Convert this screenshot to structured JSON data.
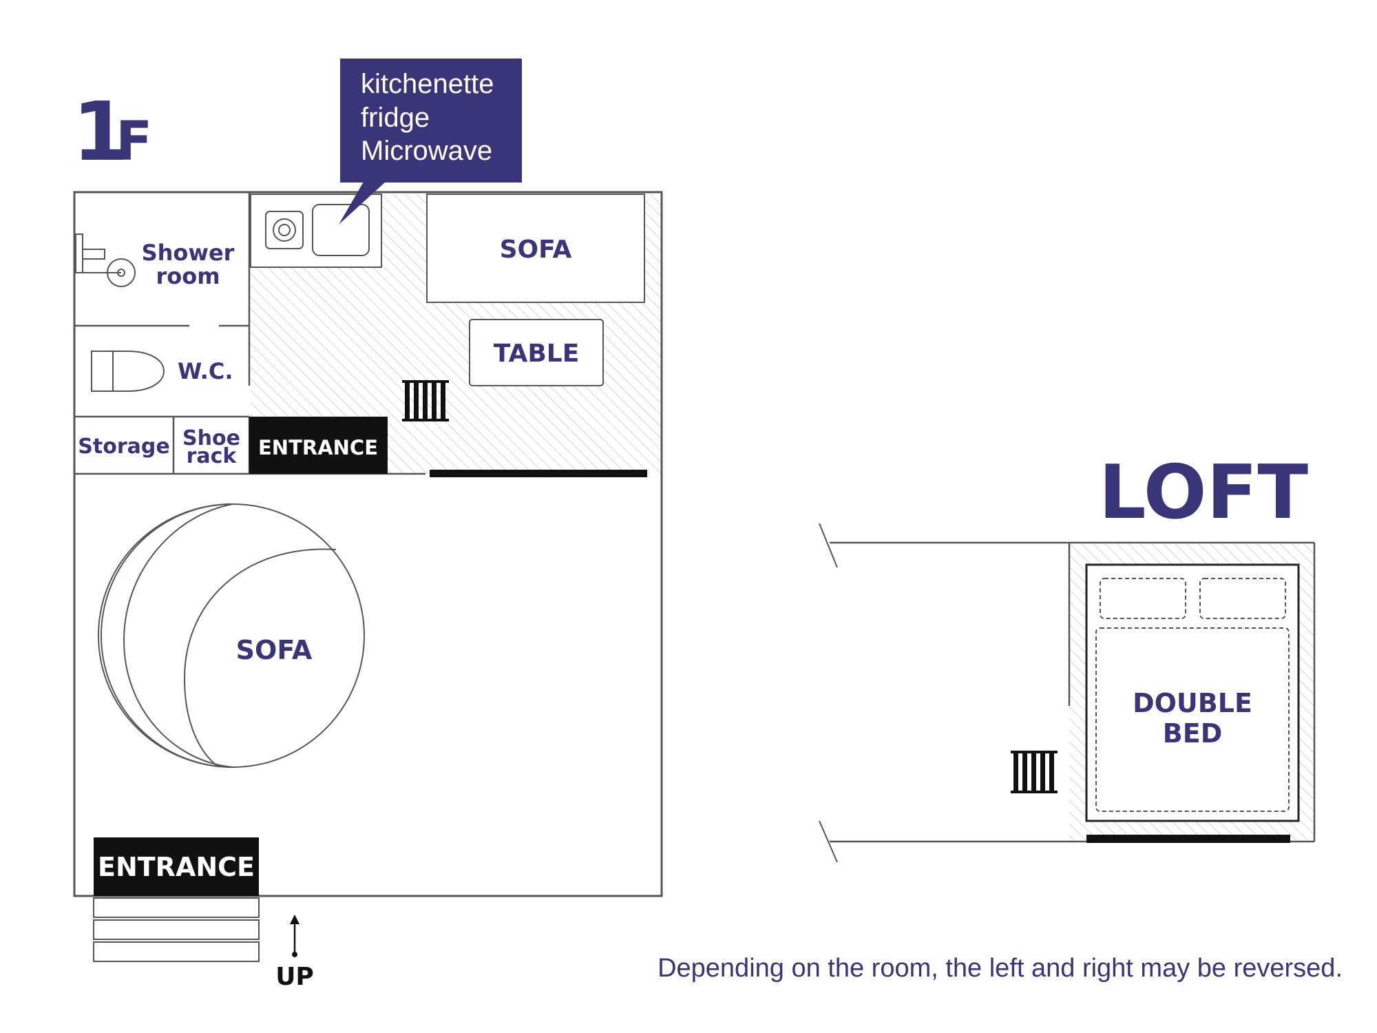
{
  "colors": {
    "accent": "#3a3478",
    "black": "#111111",
    "line": "#555555",
    "white": "#ffffff"
  },
  "floor_1f": {
    "title_number": "1",
    "title_letter": "F",
    "callout": {
      "line1": "kitchenette",
      "line2": "fridge",
      "line3": "Microwave"
    },
    "shower_room": {
      "line1": "Shower",
      "line2": "room"
    },
    "wc": "W.C.",
    "storage": "Storage",
    "shoe_rack": {
      "line1": "Shoe",
      "line2": "rack"
    },
    "entrance_inner": "ENTRANCE",
    "sofa_top": "SOFA",
    "table": "TABLE",
    "sofa_round": "SOFA",
    "entrance_main": "ENTRANCE",
    "up": "UP"
  },
  "loft": {
    "title": "LOFT",
    "bed": {
      "line1": "DOUBLE",
      "line2": "BED"
    }
  },
  "note": "Depending on the room, the left and right may be reversed.",
  "icons": [
    "ladder-icon",
    "shower-icon",
    "toilet-icon",
    "stove-icon",
    "sink-icon",
    "up-arrow-icon"
  ]
}
